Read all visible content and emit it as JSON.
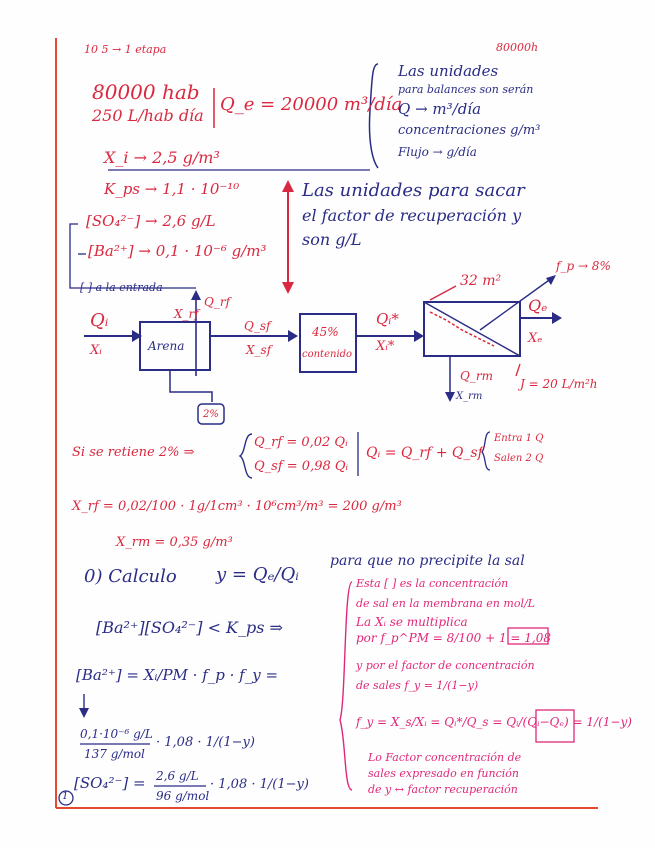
{
  "header": {
    "stages": "10 5 → 1 etapa",
    "capacity": "80000h"
  },
  "given": {
    "population": "80000 hab",
    "per_capita": "250 L/hab día",
    "flow_result": "Q_e = 20000 m³/día",
    "xi": "X_i → 2,5 g/m³",
    "kps": "K_ps → 1,1 · 10⁻¹⁰",
    "so4": "[SO₄²⁻] → 2,6 g/L",
    "ba": "[Ba²⁺] → 0,1 · 10⁻⁶ g/m³",
    "inlet_note": "[ ] a la entrada"
  },
  "units_note": {
    "line1": "Las unidades",
    "line2": "para balances son serán",
    "line3": "Q → m³/día",
    "line4": "concentraciones g/m³",
    "line5": "Flujo → g/día"
  },
  "recovery_note": {
    "line1": "Las unidades para sacar",
    "line2": "el factor de recuperación y",
    "line3": "son g/L"
  },
  "diagram": {
    "qi": "Qᵢ",
    "xi": "Xᵢ",
    "xrf": "X_rf",
    "qrf": "Q_rf",
    "qsf": "Q_sf",
    "xsf": "X_sf",
    "sand": "Arena",
    "waste_pct": "2%",
    "tank_pct": "45%",
    "tank_label": "contenido",
    "qi_star": "Qᵢ*",
    "xi_star": "Xᵢ*",
    "area": "32 m²",
    "fp": "f_p → 8%",
    "qe": "Qₑ",
    "xe": "Xₑ",
    "qrm": "Q_rm",
    "xrm": "X_rm",
    "flux": "J = 20 L/m²h"
  },
  "balances": {
    "retention": "Si se retiene 2% ⇒",
    "qrf": "Q_rf = 0,02 Qᵢ",
    "qsf": "Q_sf = 0,98 Qᵢ",
    "balance": "Qᵢ = Q_rf + Q_sf",
    "note1": "Entra 1 Q",
    "note2": "Salen 2 Q",
    "xrf_calc": "X_rf = 0,02/100 · 1g/1cm³ · 10⁶cm³/m³ = 200 g/m³",
    "xrm": "X_rm = 0,35 g/m³"
  },
  "calc": {
    "heading": "0) Calculo",
    "y_eq": "y = Qₑ/Qᵢ",
    "suffix": "para que no precipite la sal",
    "inequality": "[Ba²⁺][SO₄²⁻] < K_ps ⇒",
    "ba_eq": "[Ba²⁺] = Xᵢ/PM · f_p · f_y =",
    "ba_num": "0,1·10⁻⁶ g/L",
    "ba_den": "137 g/mol",
    "ba_tail": "· 1,08 · 1/(1−y)",
    "so4_lhs": "[SO₄²⁻] =",
    "so4_num": "2,6 g/L",
    "so4_den": "96 g/mol",
    "so4_tail": "· 1,08 · 1/(1−y)",
    "circle": "1"
  },
  "side_note": {
    "l1": "Esta [ ] es la concentración",
    "l2": "de sal en la membrana en mol/L",
    "l3": "La Xᵢ se multiplica",
    "l4": "por f_p^PM = 8/100 + 1 = 1,08",
    "l5": "y por el factor de concentración",
    "l6": "de sales f_y = 1/(1−y)",
    "l7": "f_y = X_s/Xᵢ = Qᵢ*/Q_s = Qᵢ/(Qᵢ−Qₑ) = 1/(1−y)",
    "l8": "Lo Factor concentración de",
    "l9": "sales expresado en función",
    "l10": "de y ↔ factor recuperación"
  },
  "colors": {
    "red": "#d9283f",
    "blue": "#2a2c86",
    "pink": "#e0287a",
    "margin": "#e34a2d"
  }
}
